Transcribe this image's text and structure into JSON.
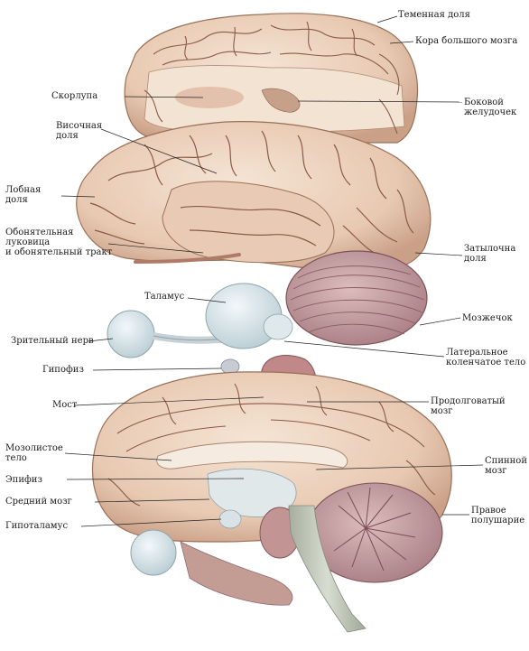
{
  "labels": {
    "temennaya": "Теменная доля",
    "kora": "Кора большого мозга",
    "skorlupa": "Скорлупа",
    "bokovoy_1": "Боковой",
    "bokovoy_2": "желудочек",
    "visochnaya_1": "Височная",
    "visochnaya_2": "доля",
    "lobnaya_1": "Лобная",
    "lobnaya_2": "доля",
    "obonyat_1": "Обонятельная",
    "obonyat_2": "луковица",
    "obonyat_3": "и обонятельный тракт",
    "zatylochnaya_1": "Затылочна",
    "zatylochnaya_2": "доля",
    "talamus": "Таламус",
    "mozzhechok": "Мозжечок",
    "zritelny": "Зрительный нерв",
    "lateral_1": "Латеральное",
    "lateral_2": "коленчатое тело",
    "gipofiz": "Гипофиз",
    "most": "Мост",
    "prodolg_1": "Продолговатый",
    "prodolg_2": "мозг",
    "mozolistoe_1": "Мозолистое",
    "mozolistoe_2": "тело",
    "spinnoy_1": "Спинной",
    "spinnoy_2": "мозг",
    "epifiz": "Эпифиз",
    "sredniy": "Средний мозг",
    "pravoe_1": "Правое",
    "pravoe_2": "полушарие",
    "gipotalamus": "Гипоталамус"
  },
  "colors": {
    "cortex": "#efd8c4",
    "cortex_shadow": "#d9b59c",
    "sulcus": "#8a5a48",
    "cut_surface": "#f4e6d8",
    "putamen": "#e2c1ad",
    "cerebellum": "#c9a4a4",
    "cerebellum_line": "#8c5d62",
    "thalamus": "#dde8ec",
    "brainstem": "#bf9a9a",
    "spinal_cord": "#c7cfc0",
    "leader": "#222222"
  }
}
